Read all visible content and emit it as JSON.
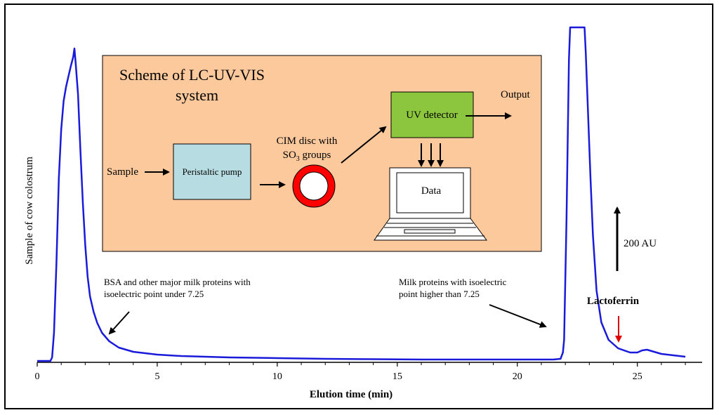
{
  "chart_data": {
    "type": "line",
    "xlabel": "Elution time (min)",
    "ylabel": "Sample of cow colostrum",
    "xlim": [
      0,
      27.7
    ],
    "x_ticks": [
      0,
      5,
      10,
      15,
      20,
      25
    ],
    "series_color": "#1a1adb",
    "series": [
      {
        "points": [
          [
            0,
            0
          ],
          [
            0.55,
            0
          ],
          [
            0.62,
            5
          ],
          [
            0.7,
            40
          ],
          [
            0.8,
            140
          ],
          [
            0.9,
            260
          ],
          [
            1.0,
            330
          ],
          [
            1.1,
            370
          ],
          [
            1.2,
            390
          ],
          [
            1.3,
            405
          ],
          [
            1.4,
            420
          ],
          [
            1.5,
            433
          ],
          [
            1.55,
            445
          ],
          [
            1.6,
            425
          ],
          [
            1.7,
            380
          ],
          [
            1.8,
            300
          ],
          [
            1.9,
            225
          ],
          [
            2.0,
            165
          ],
          [
            2.1,
            120
          ],
          [
            2.2,
            92
          ],
          [
            2.35,
            70
          ],
          [
            2.5,
            54
          ],
          [
            2.7,
            40
          ],
          [
            3.0,
            28
          ],
          [
            3.4,
            19
          ],
          [
            4.0,
            13
          ],
          [
            5.0,
            9
          ],
          [
            6.0,
            7
          ],
          [
            8.0,
            5
          ],
          [
            10.0,
            4
          ],
          [
            12.0,
            3
          ],
          [
            14.0,
            2.5
          ],
          [
            16.0,
            2
          ],
          [
            18.0,
            2
          ],
          [
            20.0,
            2
          ],
          [
            21.5,
            2
          ],
          [
            21.8,
            3
          ],
          [
            21.9,
            12
          ],
          [
            21.95,
            30
          ],
          [
            22.05,
            200
          ],
          [
            22.15,
            430
          ],
          [
            22.2,
            475
          ],
          [
            22.25,
            475
          ],
          [
            22.8,
            475
          ],
          [
            22.85,
            440
          ],
          [
            22.95,
            350
          ],
          [
            23.05,
            260
          ],
          [
            23.15,
            180
          ],
          [
            23.3,
            100
          ],
          [
            23.5,
            55
          ],
          [
            23.8,
            30
          ],
          [
            24.2,
            18
          ],
          [
            24.7,
            12
          ],
          [
            25.0,
            12
          ],
          [
            25.2,
            15
          ],
          [
            25.4,
            16
          ],
          [
            25.6,
            14
          ],
          [
            26.0,
            10
          ],
          [
            26.5,
            8
          ],
          [
            27.0,
            6
          ]
        ]
      }
    ],
    "scale_arrow_label": "200 AU",
    "scale_arrow_value": 200,
    "annotations": {
      "bsa_line1": "BSA and other major milk proteins with",
      "bsa_line2": "isoelectric point under 7.25",
      "milk_line1": "Milk proteins with isoelectric",
      "milk_line2": "point higher than 7.25",
      "lactoferrin": "Lactoferrin",
      "lactoferrin_arrow_color": "#e00000"
    }
  },
  "scheme": {
    "title_line1": "Scheme of LC-UV-VIS",
    "title_line2": "system",
    "box_color": "#fcc99c",
    "sample_label": "Sample",
    "pump_label": "Peristaltic pump",
    "pump_color": "#b7dde3",
    "cim_line1": "CIM disc with",
    "cim_line2_prefix": "SO",
    "cim_line2_sub": "3",
    "cim_line2_suffix": " groups",
    "cim_color": "#ff0000",
    "detector_label": "UV detector",
    "detector_color": "#8cc63f",
    "output_label": "Output",
    "data_label": "Data"
  }
}
